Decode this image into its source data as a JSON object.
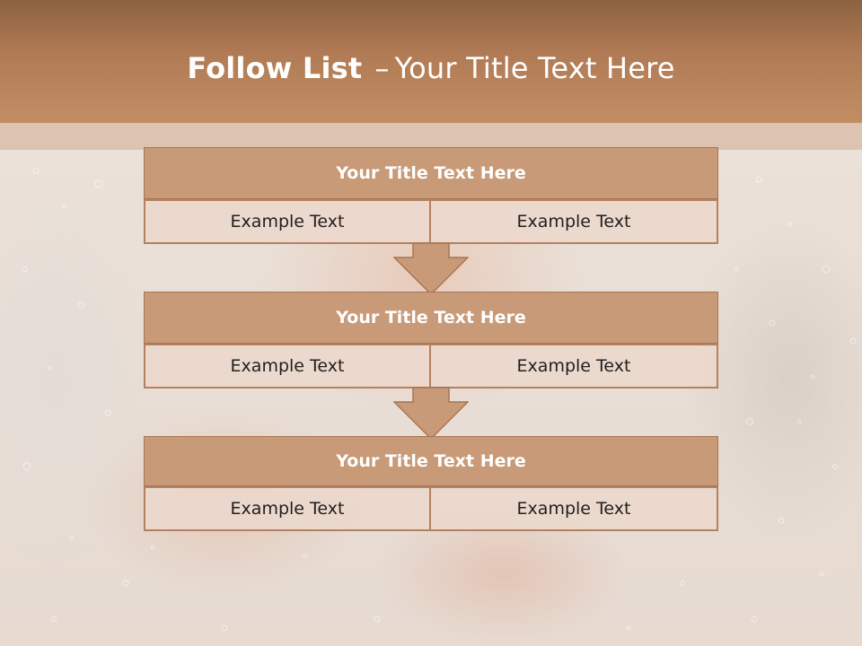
{
  "header": {
    "title_bold": "Follow List",
    "title_sep": "–",
    "title_rest": "Your Title Text Here"
  },
  "blocks": [
    {
      "title": "Your Title Text Here",
      "left": "Example Text",
      "right": "Example Text"
    },
    {
      "title": "Your Title Text Here",
      "left": "Example Text",
      "right": "Example Text"
    },
    {
      "title": "Your Title Text Here",
      "left": "Example Text",
      "right": "Example Text"
    }
  ],
  "colors": {
    "header_top": "#8c6240",
    "header_bottom": "#c38d64",
    "block_head": "#c89a78",
    "border": "#b5805f",
    "arrow": "#c89a78"
  }
}
